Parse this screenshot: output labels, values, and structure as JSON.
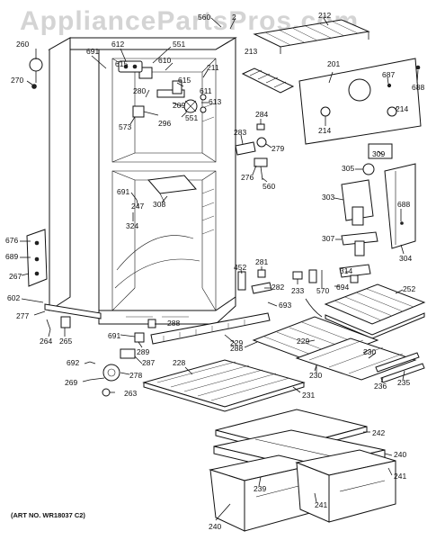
{
  "watermark": "AppliancePartsPros.com",
  "art_number": "(ART NO. WR18037 C2)",
  "callouts": {
    "c560a": "560",
    "c212": "212",
    "c260": "260",
    "c691a": "691",
    "c612": "612",
    "c551a": "551",
    "c615a": "615",
    "c610": "610",
    "c213": "213",
    "c211": "211",
    "c201": "201",
    "c687": "687",
    "c688a": "688",
    "c270": "270",
    "c280": "280",
    "c615b": "615",
    "c611": "611",
    "c209": "209",
    "c613": "613",
    "c551b": "551",
    "c573": "573",
    "c296": "296",
    "c214a": "214",
    "c214b": "214",
    "c284": "284",
    "c283": "283",
    "c279": "279",
    "c309": "309",
    "c305": "305",
    "c276": "276",
    "c560b": "560",
    "c691b": "691",
    "c308": "308",
    "c247": "247",
    "c303": "303",
    "c688b": "688",
    "c324": "324",
    "c307": "307",
    "c304": "304",
    "c676": "676",
    "c689": "689",
    "c267": "267",
    "c452": "452",
    "c281": "281",
    "c314": "314",
    "c252": "252",
    "c282": "282",
    "c233": "233",
    "c570": "570",
    "c694": "694",
    "c602": "602",
    "c693": "693",
    "c277": "277",
    "c288a": "288",
    "c264": "264",
    "c265": "265",
    "c691c": "691",
    "c289": "289",
    "c288b": "288",
    "c229a": "229",
    "c229b": "229",
    "c230a": "230",
    "c230b": "230",
    "c692": "692",
    "c287": "287",
    "c228": "228",
    "c278": "278",
    "c236": "236",
    "c235": "235",
    "c269": "269",
    "c231": "231",
    "c263": "263",
    "c242": "242",
    "c240a": "240",
    "c241a": "241",
    "c239": "239",
    "c241b": "241",
    "c240b": "240"
  }
}
